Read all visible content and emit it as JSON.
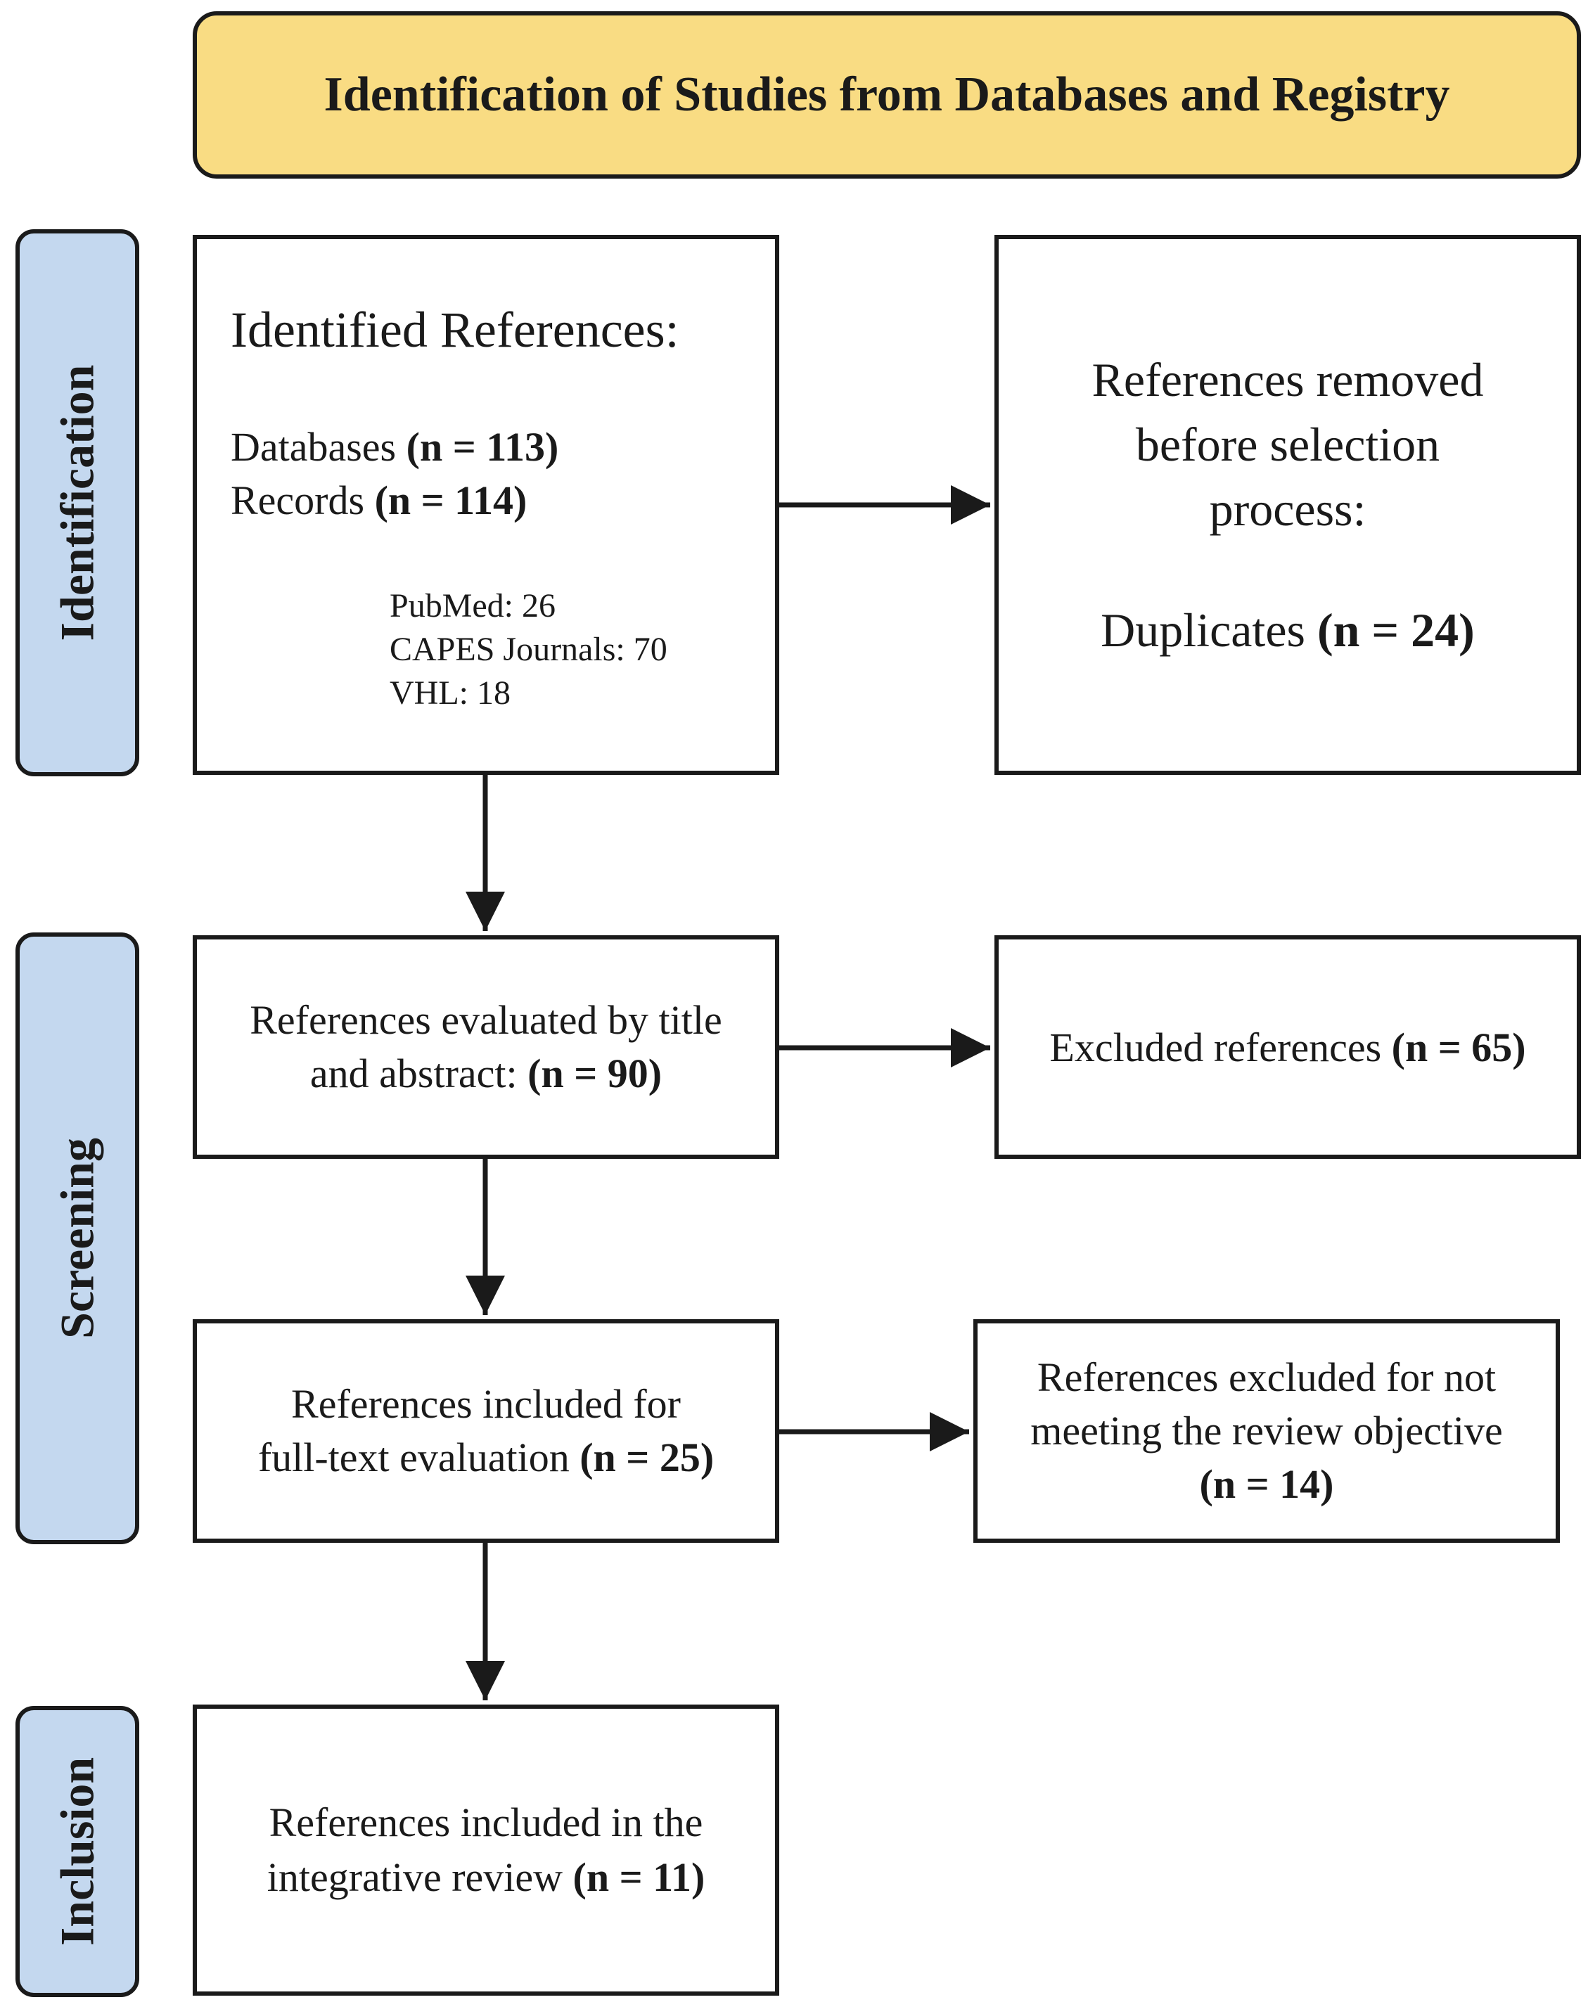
{
  "header": {
    "title": "Identification of Studies from Databases and Registry"
  },
  "phases": {
    "identification": "Identification",
    "screening": "Screening",
    "inclusion": "Inclusion"
  },
  "identified": {
    "title": "Identified References:",
    "databases_label": "Databases",
    "databases_count": "(n = 113)",
    "records_label": "Records",
    "records_count": "(n = 114)",
    "sources": [
      "PubMed: 26",
      "CAPES Journals: 70",
      "VHL: 18"
    ]
  },
  "removed": {
    "line1": "References removed",
    "line2": "before selection",
    "line3": "process:",
    "duplicates_label": "Duplicates",
    "duplicates_count": "(n = 24)"
  },
  "evaluated": {
    "line1": "References evaluated by title",
    "line2": "and abstract:",
    "count": "(n = 90)"
  },
  "excluded": {
    "label": "Excluded references",
    "count": "(n = 65)"
  },
  "fulltext": {
    "line1": "References included for",
    "line2": "full-text evaluation",
    "count": "(n = 25)"
  },
  "not_objective": {
    "line1": "References excluded for not",
    "line2": "meeting the review objective",
    "count": "(n = 14)"
  },
  "included": {
    "line1": "References included in the",
    "line2": "integrative review",
    "count": "(n = 11)"
  }
}
